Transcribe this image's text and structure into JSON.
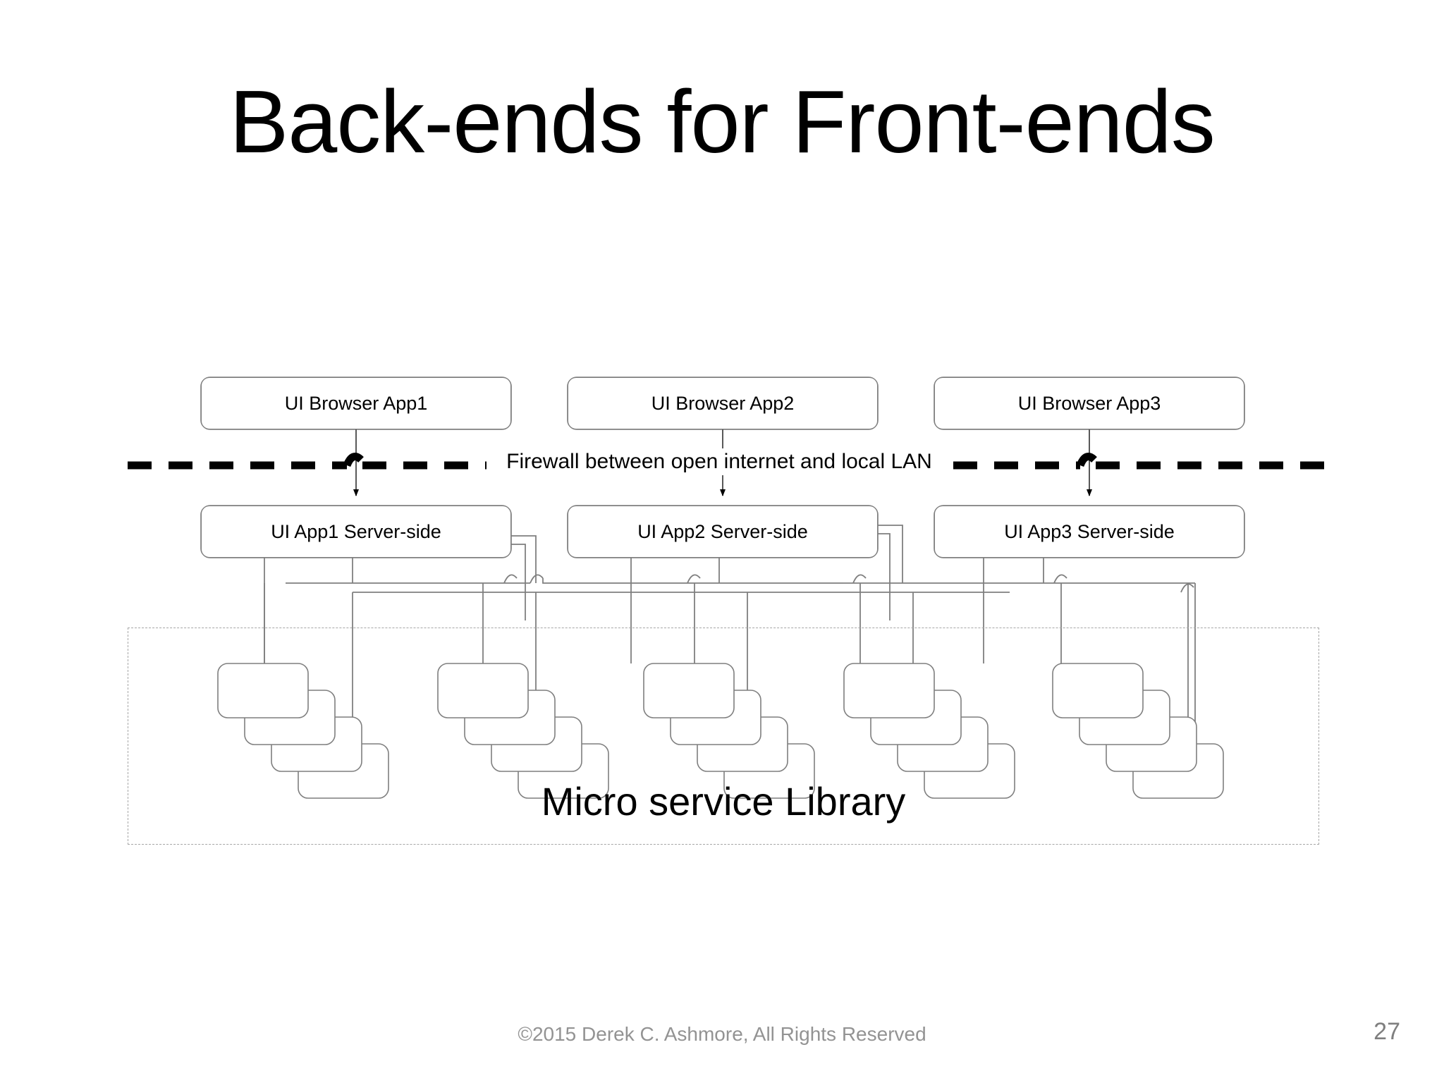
{
  "slide": {
    "title": "Back-ends for Front-ends",
    "page_number": "27",
    "copyright": "©2015 Derek C. Ashmore, All Rights Reserved",
    "background_color": "#ffffff"
  },
  "diagram": {
    "type": "architecture-block-diagram",
    "line_color": "#7f7f7f",
    "dash_color": "#a6a6a6",
    "firewall_color": "#000000",
    "browser_tier": [
      {
        "id": "browser-app1",
        "label": "UI Browser App1"
      },
      {
        "id": "browser-app2",
        "label": "UI Browser App2"
      },
      {
        "id": "browser-app3",
        "label": "UI Browser App3"
      }
    ],
    "firewall": {
      "label": "Firewall between open internet and local LAN",
      "style": "dashed"
    },
    "server_tier": [
      {
        "id": "server-app1",
        "label": "UI App1 Server-side"
      },
      {
        "id": "server-app2",
        "label": "UI App2 Server-side"
      },
      {
        "id": "server-app3",
        "label": "UI App3 Server-side"
      }
    ],
    "library": {
      "label": "Micro service Library",
      "border_style": "dashed",
      "service_stacks": 5,
      "cards_per_stack": 4
    }
  }
}
